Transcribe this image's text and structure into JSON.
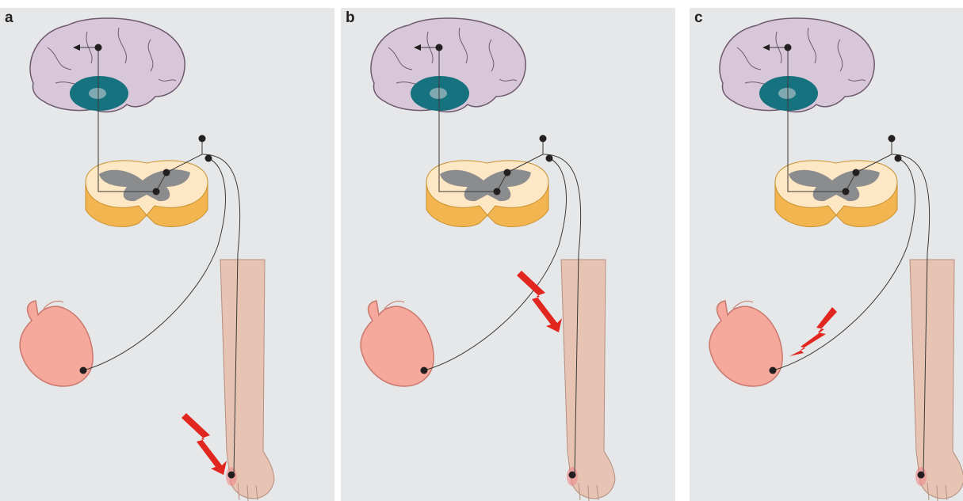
{
  "panels": [
    {
      "letter": "a",
      "pain_site": "hand"
    },
    {
      "letter": "b",
      "pain_site": "forearm"
    },
    {
      "letter": "c",
      "pain_site": "heart"
    }
  ],
  "colors": {
    "background": "#e6e7e8",
    "brain": "#d8c7d9",
    "brain_outline": "#6d5a6e",
    "brain_region": "#16727e",
    "spinal_white_matter": "#fde7c4",
    "spinal_grey_matter": "#8b8c8e",
    "spinal_side": "#f3b54f",
    "heart": "#f6a89d",
    "arm": "#e7c3b3",
    "nerve": "#3a3a3a",
    "pain_arrow": "#e0261f"
  },
  "icons": [
    "brain-icon",
    "spinal-cord-icon",
    "heart-icon",
    "arm-icon",
    "pain-arrow-icon"
  ]
}
